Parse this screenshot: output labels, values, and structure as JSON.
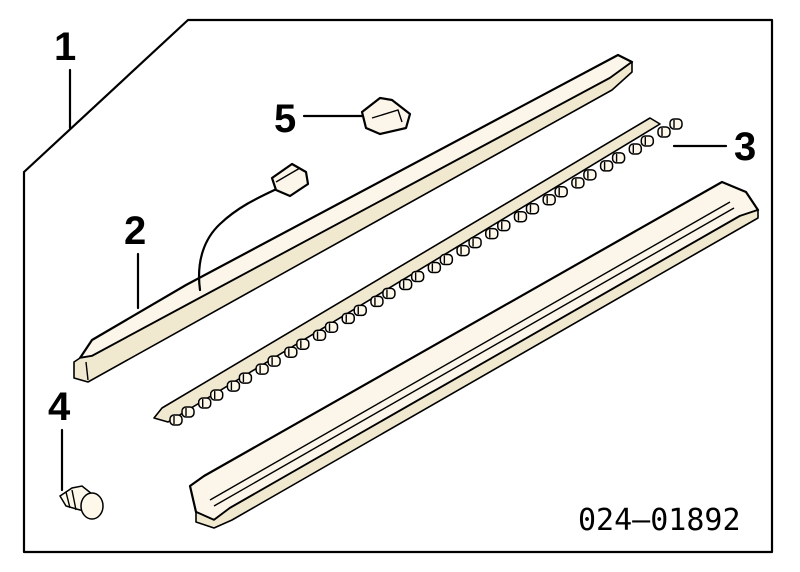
{
  "callouts": {
    "part1": "1",
    "part2": "2",
    "part3": "3",
    "part4": "4",
    "part5": "5"
  },
  "diagram_number": "024–01892",
  "colors": {
    "line": "#000000",
    "fill": "#fbf6e9",
    "background": "#ffffff"
  }
}
